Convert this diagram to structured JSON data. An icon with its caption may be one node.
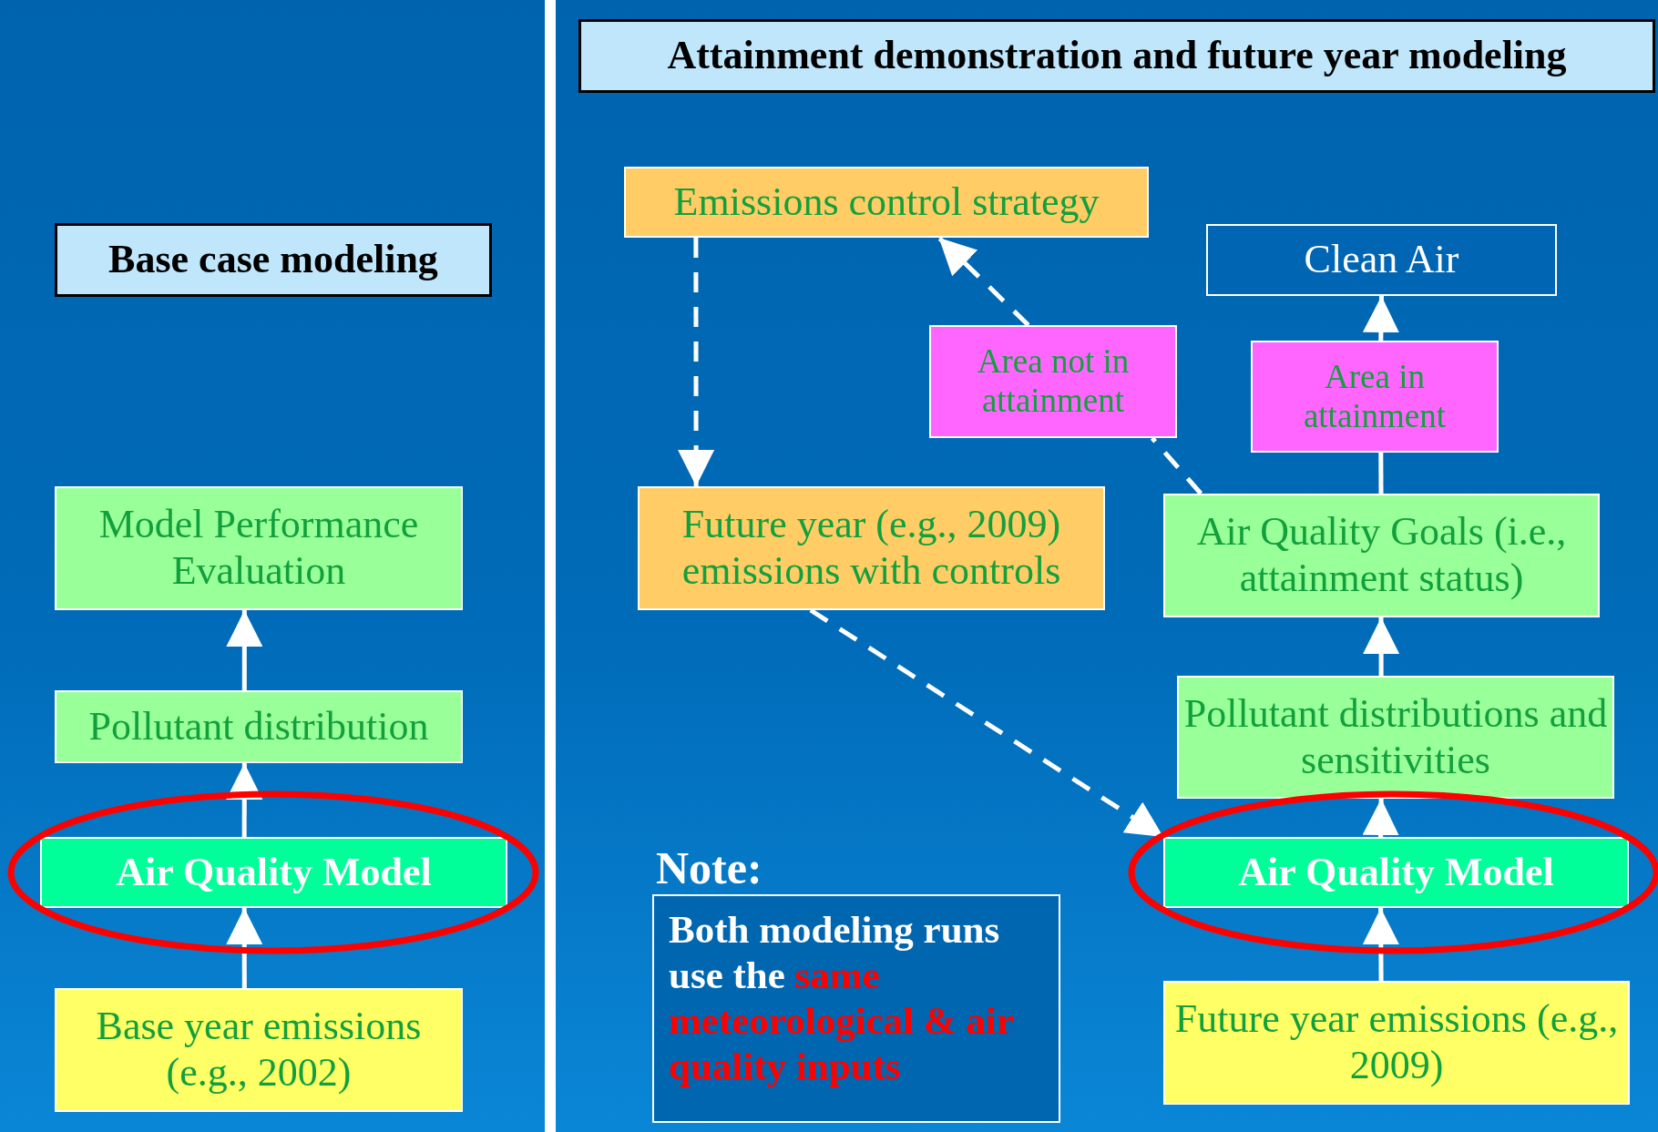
{
  "diagram": {
    "nodes": [
      {
        "text": [
          "Base case modeling"
        ]
      },
      {
        "text": [
          "Model Performance Evaluation"
        ]
      },
      {
        "text": [
          "Pollutant distribution"
        ]
      },
      {
        "text": [
          "Air Quality Model"
        ]
      },
      {
        "text": [
          "Base year emissions (e.g., 2002)"
        ]
      },
      {
        "text": [
          "Attainment demonstration and future year modeling"
        ]
      },
      {
        "text": [
          "Emissions control strategy"
        ]
      },
      {
        "text": [
          "Clean Air"
        ]
      },
      {
        "text": [
          "Area not in attainment"
        ]
      },
      {
        "text": [
          "Area in attainment"
        ]
      },
      {
        "text": [
          "Future year (e.g., 2009) emissions with controls"
        ]
      },
      {
        "text": [
          "Air Quality Goals (i.e., attainment status)"
        ]
      },
      {
        "text": [
          "Pollutant distributions and sensitivities"
        ]
      },
      {
        "text": [
          "Air Quality Model"
        ]
      },
      {
        "text": [
          "Future year emissions (e.g., 2009)"
        ]
      },
      {
        "text": [
          "Note:",
          "Both modeling runs use the **same meteorological & air quality inputs**"
        ]
      }
    ],
    "edges": [
      {
        "from": 4,
        "to": 3,
        "arrow": "to"
      },
      {
        "from": 3,
        "to": 2,
        "arrow": "to"
      },
      {
        "from": 2,
        "to": 1,
        "arrow": "to"
      },
      {
        "from": 14,
        "to": 13,
        "arrow": "to"
      },
      {
        "from": 13,
        "to": 12,
        "arrow": "to"
      },
      {
        "from": 12,
        "to": 11,
        "arrow": "to"
      },
      {
        "from": 11,
        "to": 9,
        "arrow": "none"
      },
      {
        "from": 9,
        "to": 7,
        "arrow": "to"
      },
      {
        "from": 11,
        "to": 8,
        "arrow": "none",
        "style": "dashed"
      },
      {
        "from": 8,
        "to": 6,
        "arrow": "to",
        "style": "dashed"
      },
      {
        "from": 6,
        "to": 10,
        "arrow": "to",
        "style": "dashed"
      },
      {
        "from": 10,
        "to": 13,
        "arrow": "to",
        "style": "dashed"
      }
    ]
  }
}
